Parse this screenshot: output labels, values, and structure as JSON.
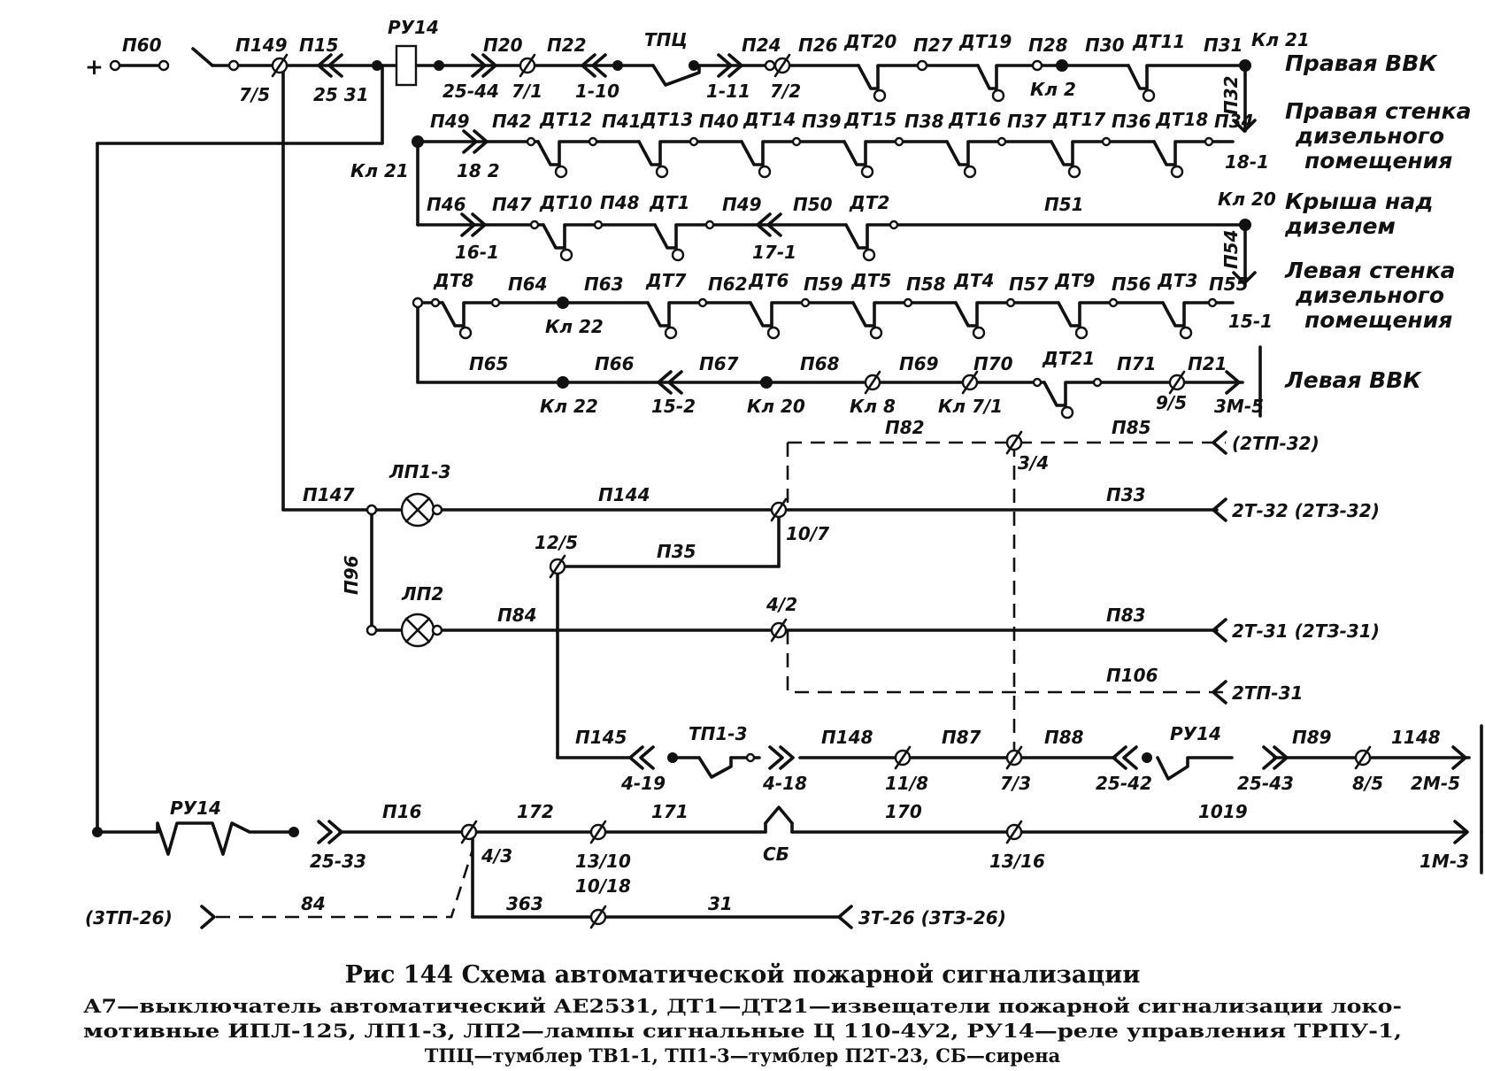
{
  "supply": {
    "plus": "+"
  },
  "groups": {
    "right_vvk": "Правая ВВК",
    "right_wall_1": "Правая стенка",
    "right_wall_2": "дизельного",
    "right_wall_3": "помещения",
    "roof_1": "Крыша над",
    "roof_2": "дизелем",
    "left_wall_1": "Левая стенка",
    "left_wall_2": "дизельного",
    "left_wall_3": "помещения",
    "left_vvk": "Левая ВВК"
  },
  "labels": {
    "p60": "П60",
    "p149a": "П149",
    "p15": "П15",
    "ru14_top": "РУ14",
    "p20": "П20",
    "p22": "П22",
    "tpc": "ТПЦ",
    "p24": "П24",
    "p26": "П26",
    "dt20": "ДТ20",
    "p27": "П27",
    "dt19": "ДТ19",
    "p28": "П28",
    "p30": "П30",
    "dt11": "ДТ11",
    "p31": "П31",
    "kl21a": "Кл 21",
    "t7_5": "7/5",
    "t25_31": "25 31",
    "t25_44": "25-44",
    "t7_1": "7/1",
    "t1_10": "1-10",
    "t1_11": "1-11",
    "t7_2": "7/2",
    "kl2": "Кл 2",
    "p32": "П32",
    "p49a": "П49",
    "p42": "П42",
    "dt12": "ДТ12",
    "p41": "П41",
    "dt13": "ДТ13",
    "p40": "П40",
    "dt14": "ДТ14",
    "p39": "П39",
    "dt15": "ДТ15",
    "p38": "П38",
    "dt16": "ДТ16",
    "p37": "П37",
    "dt17": "ДТ17",
    "p36": "П36",
    "dt18": "ДТ18",
    "p34": "П34",
    "kl21b": "Кл 21",
    "t18_2": "18 2",
    "t18_1": "18-1",
    "p46": "П46",
    "p47": "П47",
    "dt10": "ДТ10",
    "p48": "П48",
    "dt1": "ДТ1",
    "p49b": "П49",
    "p50": "П50",
    "dt2": "ДТ2",
    "p51": "П51",
    "kl20a": "Кл 20",
    "t16_1": "16-1",
    "t17_1": "17-1",
    "p54": "П54",
    "dt8": "ДТ8",
    "p64": "П64",
    "p63": "П63",
    "dt7": "ДТ7",
    "p62": "П62",
    "dt6": "ДТ6",
    "p59": "П59",
    "dt5": "ДТ5",
    "p58": "П58",
    "dt4": "ДТ4",
    "p57": "П57",
    "dt9": "ДТ9",
    "p56": "П56",
    "dt3": "ДТ3",
    "p55": "П55",
    "kl22a": "Кл 22",
    "t15_1": "15-1",
    "p65": "П65",
    "p66": "П66",
    "p67": "П67",
    "p68": "П68",
    "p69": "П69",
    "p70": "П70",
    "dt21": "ДТ21",
    "p71": "П71",
    "p21": "П21",
    "kl22b": "Кл 22",
    "t15_2": "15-2",
    "kl20b": "Кл 20",
    "kl8": "Кл 8",
    "kl7_1": "Кл 7/1",
    "t9_5": "9/5",
    "t3m5": "3М-5",
    "p82": "П82",
    "p85": "П85",
    "t3_4": "3/4",
    "r2tp32": "(2ТП-32)",
    "p147": "П147",
    "lp13": "ЛП1-3",
    "p144": "П144",
    "p33": "П33",
    "t10_7": "10/7",
    "r2t32": "2Т-32 (2ТЗ-32)",
    "p96": "П96",
    "t12_5": "12/5",
    "p35": "П35",
    "lp2": "ЛП2",
    "p84": "П84",
    "t4_2": "4/2",
    "p83": "П83",
    "r2t31": "2Т-31 (2ТЗ-31)",
    "p106": "П106",
    "r2tp31": "2ТП-31",
    "p145": "П145",
    "tp13": "ТП1-3",
    "p148": "П148",
    "p87": "П87",
    "p88": "П88",
    "ru14_mid": "РУ14",
    "p89": "П89",
    "w1148": "1148",
    "t4_19": "4-19",
    "t4_18": "4-18",
    "t11_8": "11/8",
    "t7_3": "7/3",
    "t25_42": "25-42",
    "t25_43": "25-43",
    "t8_5": "8/5",
    "t2m5": "2М-5",
    "ru14_bot": "РУ14",
    "p16": "П16",
    "w172": "172",
    "w171": "171",
    "w170": "170",
    "w1019": "1019",
    "t25_33": "25-33",
    "t4_3": "4/3",
    "t13_10": "13/10",
    "sb": "СБ",
    "t13_16": "13/16",
    "t1m3": "1М-3",
    "r3tp26": "(3ТП-26)",
    "w84": "84",
    "w363": "363",
    "t10_18": "10/18",
    "w31": "31",
    "r3t26": "3Т-26 (3ТЗ-26)"
  },
  "caption": {
    "title": "Рис  144  Схема автоматической пожарной сигнализации",
    "line1": "А7—выключатель автоматический АЕ2531, ДТ1—ДТ21—извещатели пожарной сигнализации локо-",
    "line2": "мотивные ИПЛ-125, ЛП1-3, ЛП2—лампы сигнальные Ц 110-4У2, РУ14—реле управления ТРПУ-1,",
    "line3": "ТПЦ—тумблер ТВ1-1, ТП1-3—тумблер П2Т-23, СБ—сирена"
  }
}
